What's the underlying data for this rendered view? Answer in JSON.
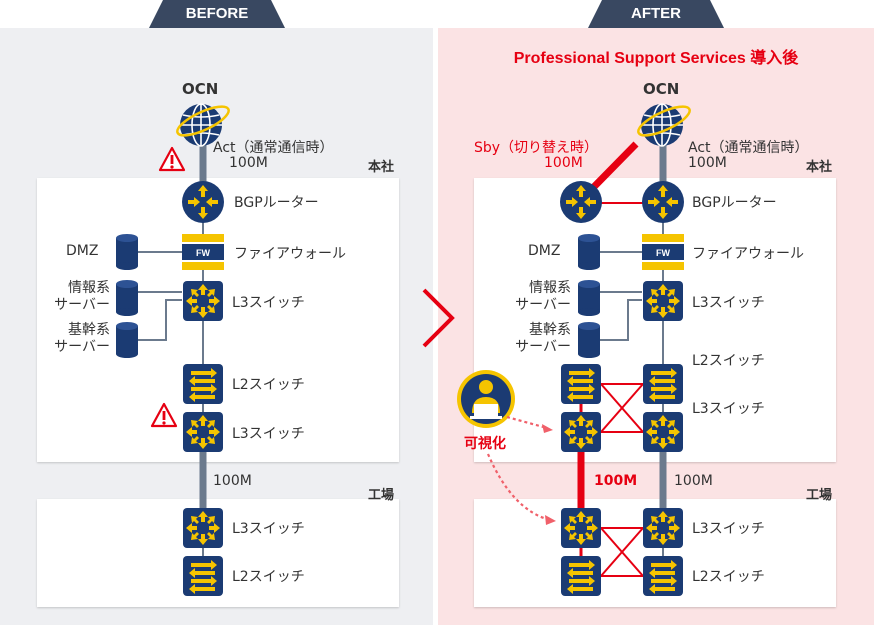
{
  "tabs": {
    "before": "BEFORE",
    "after": "AFTER"
  },
  "after_headline": "Professional Support Services 導入後",
  "before": {
    "ocn": "OCN",
    "act_line": "Act（通常通信時）",
    "bandwidth_top": "100M",
    "site_hq": "本社",
    "bgp_router": "BGPルーター",
    "dmz": "DMZ",
    "firewall": "ファイアウォール",
    "fw_badge": "FW",
    "info_server_line1": "情報系",
    "info_server_line2": "サーバー",
    "core_server_line1": "基幹系",
    "core_server_line2": "サーバー",
    "l3_switch": "L3スイッチ",
    "l2_switch": "L2スイッチ",
    "l3_switch_2": "L3スイッチ",
    "bandwidth_mid": "100M",
    "site_factory": "工場",
    "factory_l3": "L3スイッチ",
    "factory_l2": "L2スイッチ"
  },
  "after": {
    "ocn": "OCN",
    "sby_line": "Sby（切り替え時）",
    "sby_bandwidth": "100M",
    "act_line": "Act（通常通信時）",
    "act_bandwidth": "100M",
    "site_hq": "本社",
    "bgp_router": "BGPルーター",
    "dmz": "DMZ",
    "firewall": "ファイアウォール",
    "fw_badge": "FW",
    "info_server_line1": "情報系",
    "info_server_line2": "サーバー",
    "core_server_line1": "基幹系",
    "core_server_line2": "サーバー",
    "l3_switch": "L3スイッチ",
    "l2_switch": "L2スイッチ",
    "l3_switch_2": "L3スイッチ",
    "visibility": "可視化",
    "bandwidth_red": "100M",
    "bandwidth_gray": "100M",
    "site_factory": "工場",
    "factory_l3": "L3スイッチ",
    "factory_l2": "L2スイッチ"
  },
  "colors": {
    "navy": "#1b3b73",
    "arrow_yellow": "#f5c400",
    "alert_red": "#e60012",
    "line_gray": "#6b7a8d",
    "tab_navy": "#394861"
  },
  "icons": [
    "globe-icon",
    "router-icon",
    "firewall-icon",
    "server-icon",
    "l3-switch-icon",
    "l2-switch-icon",
    "warning-icon",
    "operator-icon",
    "chevron-right-icon"
  ]
}
